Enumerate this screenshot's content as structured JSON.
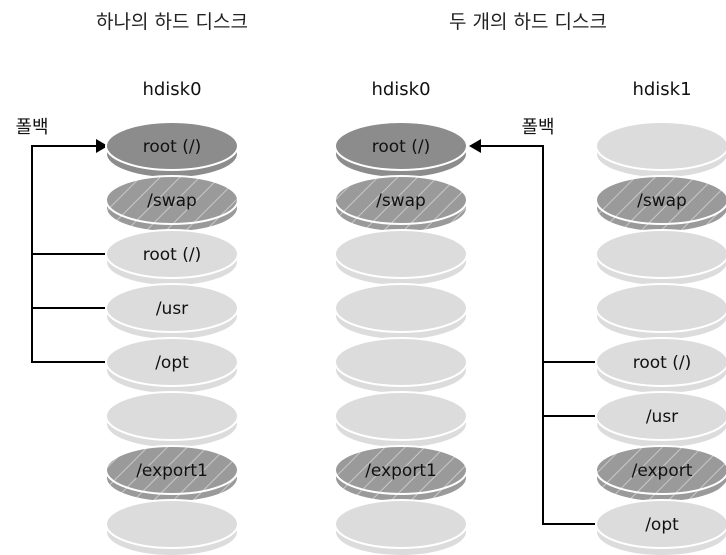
{
  "titles": {
    "one_disk": "하나의 하드 디스크",
    "two_disks": "두 개의 하드 디스크"
  },
  "disk_labels": {
    "left_hdisk0": "hdisk0",
    "mid_hdisk0": "hdisk0",
    "right_hdisk1": "hdisk1"
  },
  "fallback_label": "폴백",
  "stacks": {
    "left": [
      "root (/)",
      "/swap",
      "root (/)",
      "/usr",
      "/opt",
      "",
      "/export1",
      ""
    ],
    "middle": [
      "root (/)",
      "/swap",
      "",
      "",
      "",
      "",
      "/export1",
      ""
    ],
    "right": [
      "",
      "/swap",
      "",
      "",
      "root (/)",
      "/usr",
      "/export",
      "/opt"
    ]
  },
  "styles": {
    "left": [
      "dark",
      "hatch",
      "light",
      "light",
      "light",
      "light",
      "hatch",
      "light"
    ],
    "middle": [
      "dark",
      "hatch",
      "light",
      "light",
      "light",
      "light",
      "hatch",
      "light"
    ],
    "right": [
      "light",
      "hatch",
      "light",
      "light",
      "light",
      "light",
      "hatch",
      "light"
    ]
  },
  "colors": {
    "light_fill": "#dcdcdc",
    "dark_fill": "#8c8c8c",
    "hatch_fill": "#9a9a9a",
    "stroke": "#ffffff",
    "line": "#000000"
  }
}
